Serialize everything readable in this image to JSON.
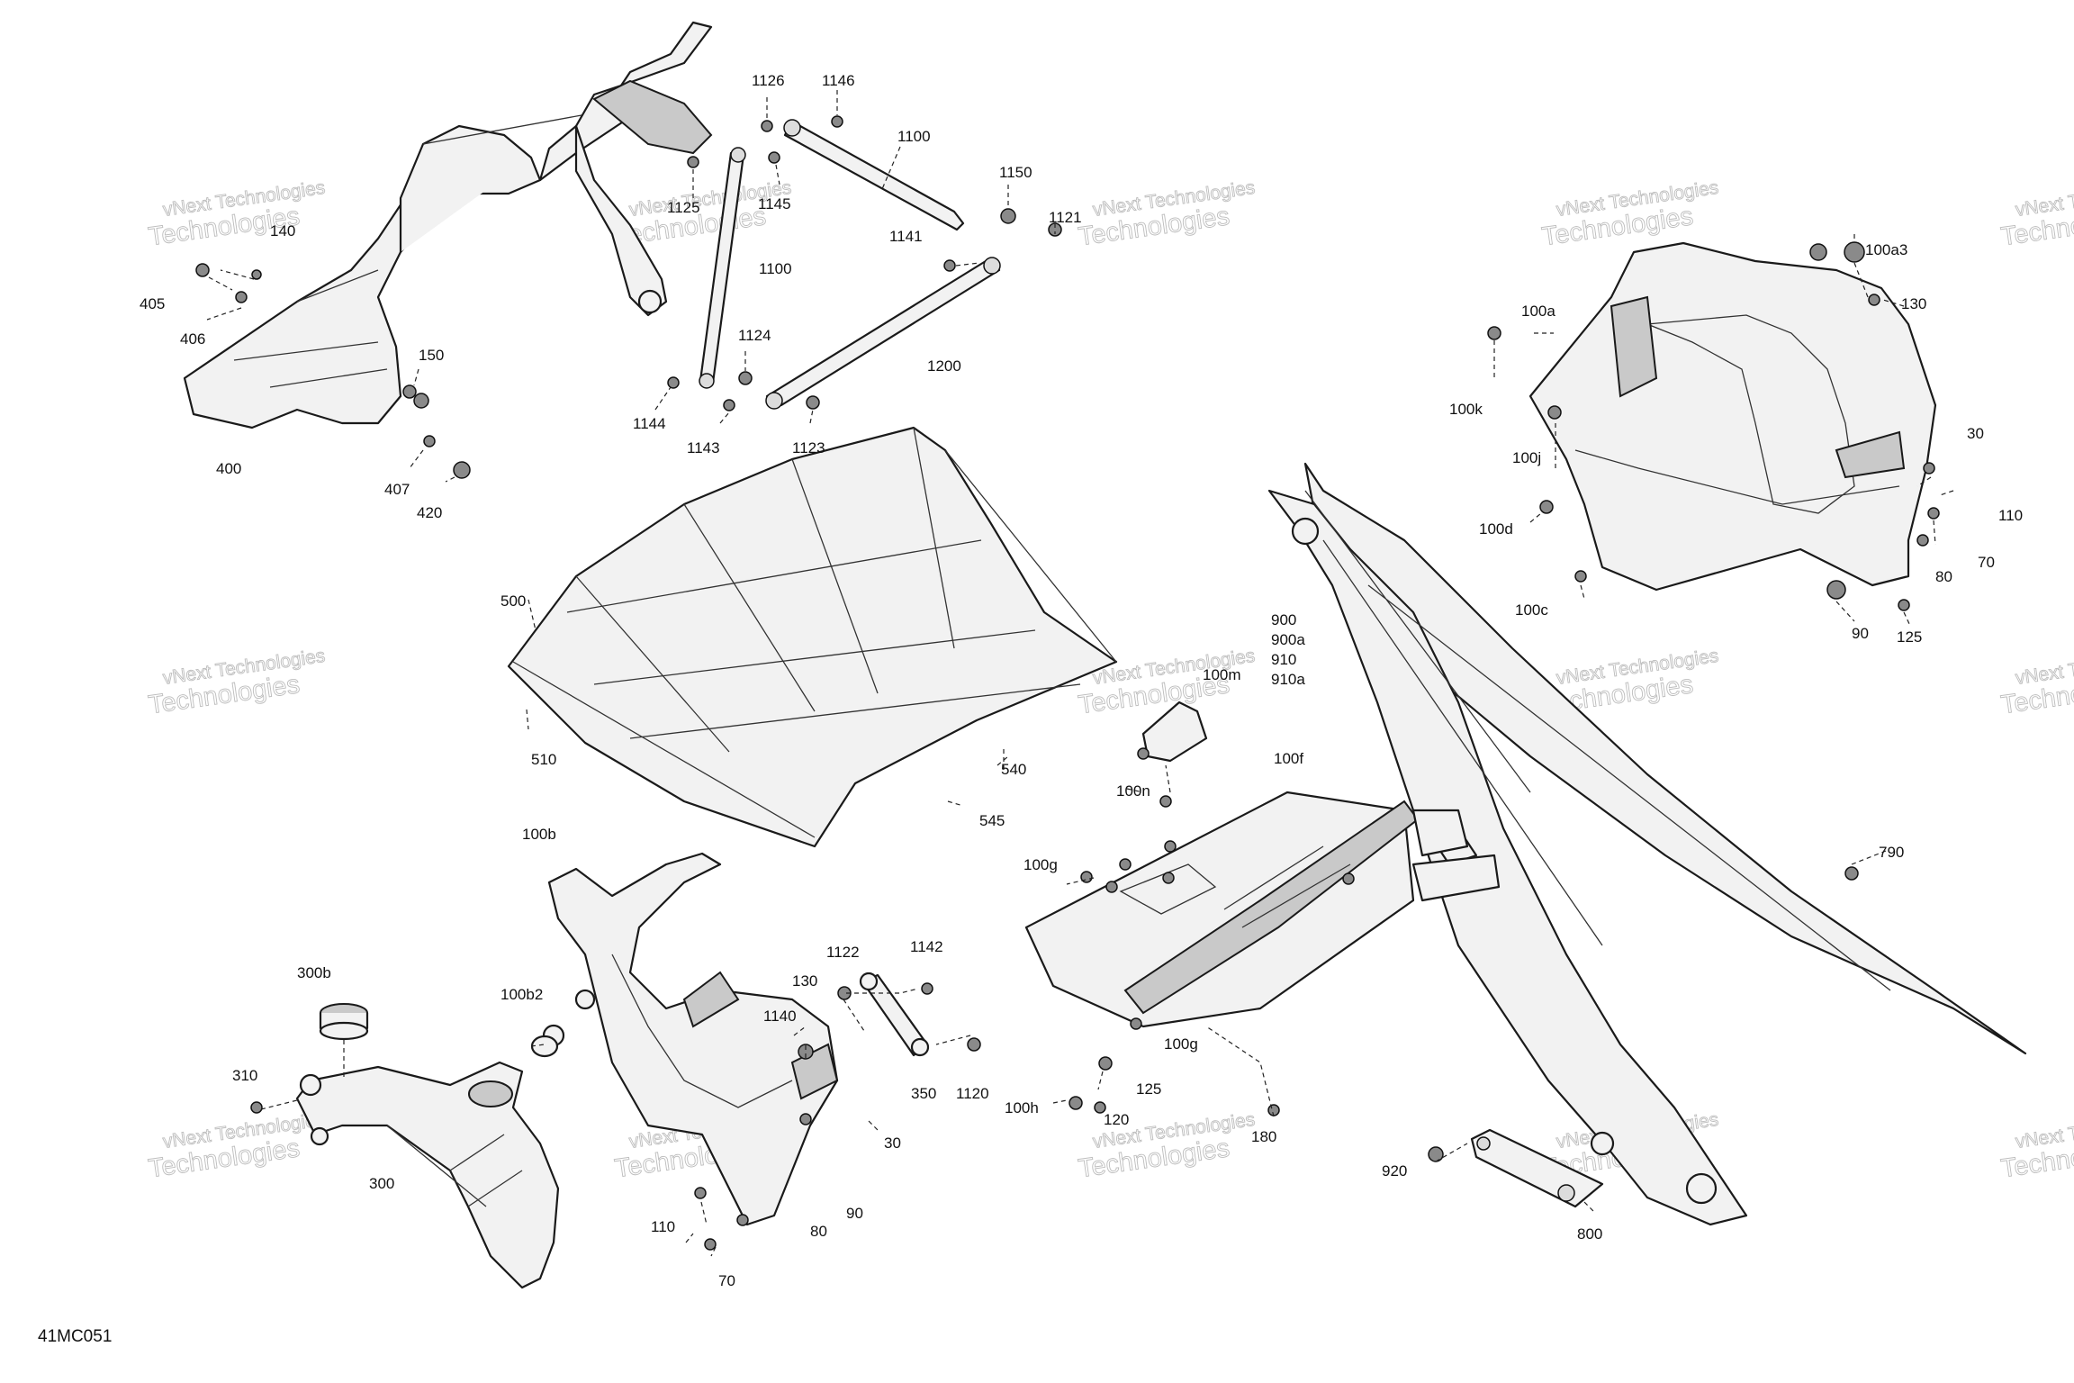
{
  "diagram_code": "41MC051",
  "watermark": {
    "line1": "vNext Technologies",
    "line2": "Technologies"
  },
  "callouts": [
    {
      "id": "c1126",
      "text": "1126"
    },
    {
      "id": "c1146",
      "text": "1146"
    },
    {
      "id": "c1100a",
      "text": "1100"
    },
    {
      "id": "c1125",
      "text": "1125"
    },
    {
      "id": "c1145",
      "text": "1145"
    },
    {
      "id": "c1150",
      "text": "1150"
    },
    {
      "id": "c1100b",
      "text": "1100"
    },
    {
      "id": "c1141",
      "text": "1141"
    },
    {
      "id": "c1121",
      "text": "1121"
    },
    {
      "id": "c1200",
      "text": "1200"
    },
    {
      "id": "c1124",
      "text": "1124"
    },
    {
      "id": "c1144",
      "text": "1144"
    },
    {
      "id": "c1143",
      "text": "1143"
    },
    {
      "id": "c1123",
      "text": "1123"
    },
    {
      "id": "c140",
      "text": "140"
    },
    {
      "id": "c405",
      "text": "405"
    },
    {
      "id": "c406",
      "text": "406"
    },
    {
      "id": "c150",
      "text": "150"
    },
    {
      "id": "c400",
      "text": "400"
    },
    {
      "id": "c407",
      "text": "407"
    },
    {
      "id": "c420",
      "text": "420"
    },
    {
      "id": "c100a3",
      "text": "100a3"
    },
    {
      "id": "c100a",
      "text": "100a"
    },
    {
      "id": "c130a",
      "text": "130"
    },
    {
      "id": "c100k",
      "text": "100k"
    },
    {
      "id": "c100j",
      "text": "100j"
    },
    {
      "id": "c30a",
      "text": "30"
    },
    {
      "id": "c110a",
      "text": "110"
    },
    {
      "id": "c100d",
      "text": "100d"
    },
    {
      "id": "c80a",
      "text": "80"
    },
    {
      "id": "c70a",
      "text": "70"
    },
    {
      "id": "c100c",
      "text": "100c"
    },
    {
      "id": "c90a",
      "text": "90"
    },
    {
      "id": "c125a",
      "text": "125"
    },
    {
      "id": "c500",
      "text": "500"
    },
    {
      "id": "c900",
      "text": "900"
    },
    {
      "id": "c900a",
      "text": "900a"
    },
    {
      "id": "c910",
      "text": "910"
    },
    {
      "id": "c910a",
      "text": "910a"
    },
    {
      "id": "c100m",
      "text": "100m"
    },
    {
      "id": "c510",
      "text": "510"
    },
    {
      "id": "c540",
      "text": "540"
    },
    {
      "id": "c545",
      "text": "545"
    },
    {
      "id": "c100f",
      "text": "100f"
    },
    {
      "id": "c100n",
      "text": "100n"
    },
    {
      "id": "c100b",
      "text": "100b"
    },
    {
      "id": "c100g1",
      "text": "100g"
    },
    {
      "id": "c790",
      "text": "790"
    },
    {
      "id": "c1122",
      "text": "1122"
    },
    {
      "id": "c1142",
      "text": "1142"
    },
    {
      "id": "c300b",
      "text": "300b"
    },
    {
      "id": "c100b2",
      "text": "100b2"
    },
    {
      "id": "c130b",
      "text": "130"
    },
    {
      "id": "c1140",
      "text": "1140"
    },
    {
      "id": "c100g2",
      "text": "100g"
    },
    {
      "id": "c350",
      "text": "350"
    },
    {
      "id": "c1120",
      "text": "1120"
    },
    {
      "id": "c125b",
      "text": "125"
    },
    {
      "id": "c310",
      "text": "310"
    },
    {
      "id": "c100h",
      "text": "100h"
    },
    {
      "id": "c120",
      "text": "120"
    },
    {
      "id": "c180",
      "text": "180"
    },
    {
      "id": "c30b",
      "text": "30"
    },
    {
      "id": "c300",
      "text": "300"
    },
    {
      "id": "c110b",
      "text": "110"
    },
    {
      "id": "c90b",
      "text": "90"
    },
    {
      "id": "c80b",
      "text": "80"
    },
    {
      "id": "c70b",
      "text": "70"
    },
    {
      "id": "c920",
      "text": "920"
    },
    {
      "id": "c800",
      "text": "800"
    }
  ]
}
